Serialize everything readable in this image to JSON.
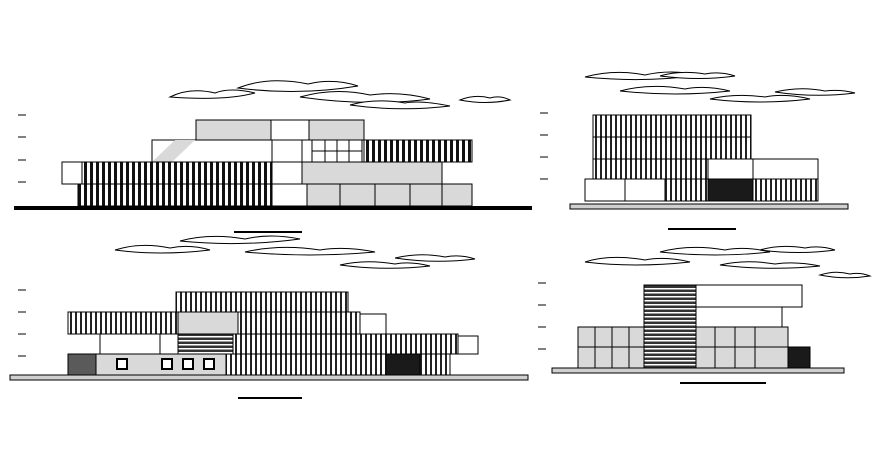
{
  "drawing": {
    "kind": "architectural-elevations",
    "views": [
      {
        "name": "elevation-top-left"
      },
      {
        "name": "elevation-top-right"
      },
      {
        "name": "elevation-bottom-left"
      },
      {
        "name": "elevation-bottom-right"
      }
    ],
    "colors": {
      "line": "#000000",
      "fill_gray": "#d9d9d9",
      "fill_dark": "#5a5a5a",
      "paper": "#ffffff"
    }
  }
}
